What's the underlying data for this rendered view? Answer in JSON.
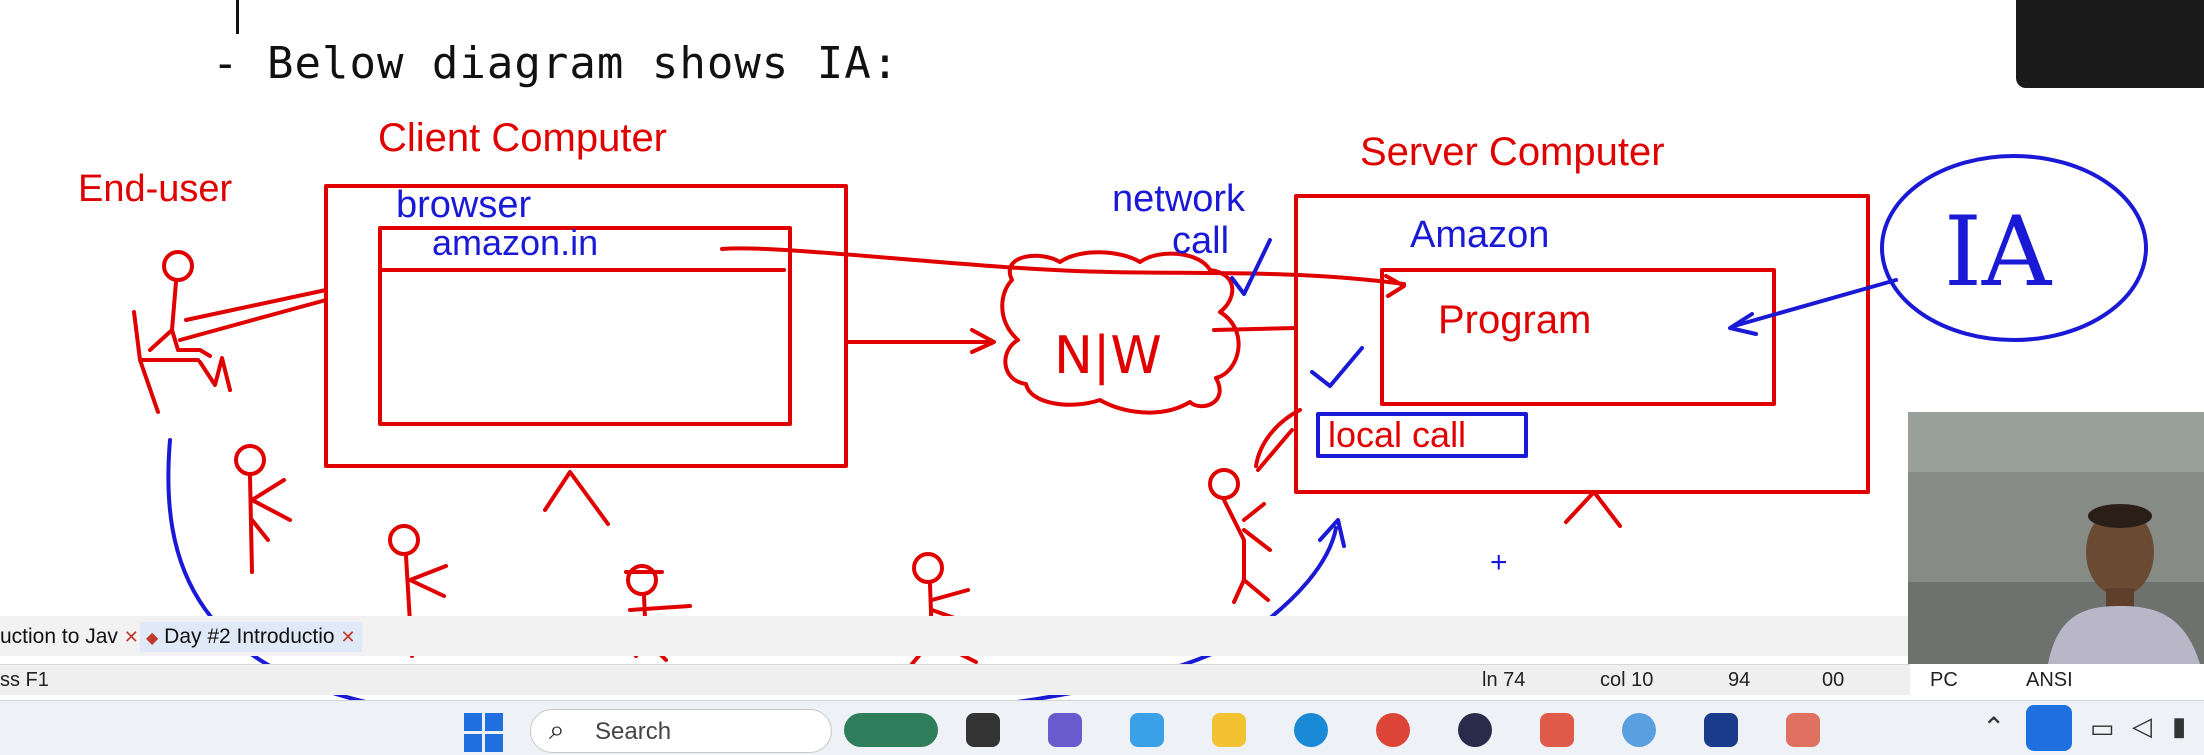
{
  "editor": {
    "line_text": "- Below diagram shows IA:"
  },
  "diagram": {
    "end_user_label": "End-user",
    "client_title": "Client Computer",
    "browser_label": "browser",
    "url_text": "amazon.in",
    "network_call_label_1": "network",
    "network_call_label_2": "call",
    "nw_label": "N|W",
    "server_title": "Server Computer",
    "amazon_label": "Amazon",
    "program_label": "Program",
    "local_call_label": "local call",
    "ia_label": "IA",
    "plus_mark": "+"
  },
  "tabs": {
    "tab1_label": "uction to Jav",
    "tab2_label": "Day #2 Introductio"
  },
  "status": {
    "help_hint": "ss F1",
    "ln": "ln 74",
    "col": "col 10",
    "num1": "94",
    "num2": "00",
    "mode": "PC",
    "encoding": "ANSI"
  },
  "taskbar": {
    "search_placeholder": "Search"
  },
  "colors": {
    "ink_red": "#e00000",
    "ink_blue": "#1a1ad6"
  }
}
